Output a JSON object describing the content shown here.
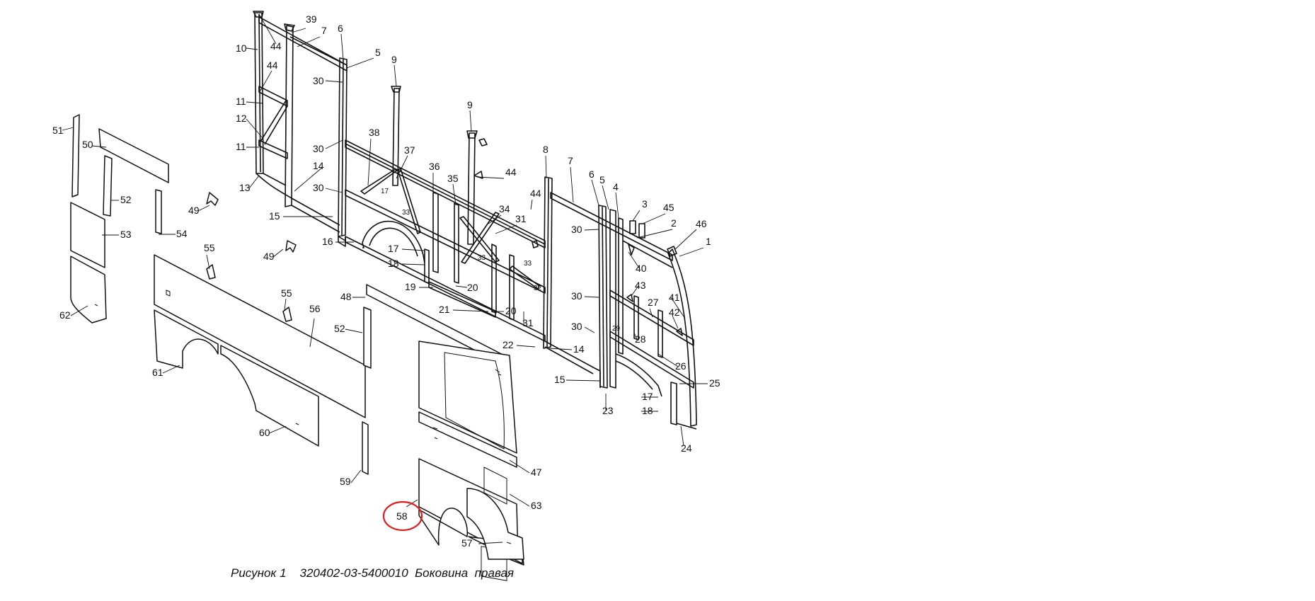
{
  "caption": "Рисунок 1    320402-03-5400010  Боковина  правая",
  "highlight_color": "#e21b1b",
  "highlighted_label": "58",
  "callouts": [
    {
      "id": "c10",
      "text": "10"
    },
    {
      "id": "c44a",
      "text": "44"
    },
    {
      "id": "c39",
      "text": "39"
    },
    {
      "id": "c7a",
      "text": "7"
    },
    {
      "id": "c6a",
      "text": "6"
    },
    {
      "id": "c5a",
      "text": "5"
    },
    {
      "id": "c9a",
      "text": "9"
    },
    {
      "id": "c44b",
      "text": "44"
    },
    {
      "id": "c30a",
      "text": "30"
    },
    {
      "id": "c11a",
      "text": "11"
    },
    {
      "id": "c12",
      "text": "12"
    },
    {
      "id": "c11b",
      "text": "11"
    },
    {
      "id": "c30b",
      "text": "30"
    },
    {
      "id": "c38",
      "text": "38"
    },
    {
      "id": "c37",
      "text": "37"
    },
    {
      "id": "c9b",
      "text": "9"
    },
    {
      "id": "c14a",
      "text": "14"
    },
    {
      "id": "c13",
      "text": "13"
    },
    {
      "id": "c30c",
      "text": "30"
    },
    {
      "id": "c36",
      "text": "36"
    },
    {
      "id": "c35",
      "text": "35"
    },
    {
      "id": "c44c",
      "text": "44"
    },
    {
      "id": "c8",
      "text": "8"
    },
    {
      "id": "c7b",
      "text": "7"
    },
    {
      "id": "c6b",
      "text": "6"
    },
    {
      "id": "c5b",
      "text": "5"
    },
    {
      "id": "c4",
      "text": "4"
    },
    {
      "id": "c3",
      "text": "3"
    },
    {
      "id": "c45",
      "text": "45"
    },
    {
      "id": "c2",
      "text": "2"
    },
    {
      "id": "c46",
      "text": "46"
    },
    {
      "id": "c1",
      "text": "1"
    },
    {
      "id": "c15a",
      "text": "15"
    },
    {
      "id": "c34",
      "text": "34"
    },
    {
      "id": "c31a",
      "text": "31"
    },
    {
      "id": "c44d",
      "text": "44"
    },
    {
      "id": "c30d",
      "text": "30"
    },
    {
      "id": "c16",
      "text": "16"
    },
    {
      "id": "c17a",
      "text": "17"
    },
    {
      "id": "c18a",
      "text": "18"
    },
    {
      "id": "c40",
      "text": "40"
    },
    {
      "id": "c43",
      "text": "43"
    },
    {
      "id": "c41",
      "text": "41"
    },
    {
      "id": "c19",
      "text": "19"
    },
    {
      "id": "c20a",
      "text": "20"
    },
    {
      "id": "c30e",
      "text": "30"
    },
    {
      "id": "c27",
      "text": "27"
    },
    {
      "id": "c42",
      "text": "42"
    },
    {
      "id": "c21",
      "text": "21"
    },
    {
      "id": "c20b",
      "text": "20"
    },
    {
      "id": "c31b",
      "text": "31"
    },
    {
      "id": "c30f",
      "text": "30"
    },
    {
      "id": "c28",
      "text": "28"
    },
    {
      "id": "c22",
      "text": "22"
    },
    {
      "id": "c14b",
      "text": "14"
    },
    {
      "id": "c26",
      "text": "26"
    },
    {
      "id": "c15b",
      "text": "15"
    },
    {
      "id": "c25",
      "text": "25"
    },
    {
      "id": "c17b",
      "text": "17"
    },
    {
      "id": "c23",
      "text": "23"
    },
    {
      "id": "c18b",
      "text": "18"
    },
    {
      "id": "c24",
      "text": "24"
    },
    {
      "id": "c51",
      "text": "51"
    },
    {
      "id": "c50",
      "text": "50"
    },
    {
      "id": "c52a",
      "text": "52"
    },
    {
      "id": "c53",
      "text": "53"
    },
    {
      "id": "c54",
      "text": "54"
    },
    {
      "id": "c49a",
      "text": "49"
    },
    {
      "id": "c55a",
      "text": "55"
    },
    {
      "id": "c49b",
      "text": "49"
    },
    {
      "id": "c62",
      "text": "62"
    },
    {
      "id": "c55b",
      "text": "55"
    },
    {
      "id": "c56",
      "text": "56"
    },
    {
      "id": "c48",
      "text": "48"
    },
    {
      "id": "c52b",
      "text": "52"
    },
    {
      "id": "c61",
      "text": "61"
    },
    {
      "id": "c60",
      "text": "60"
    },
    {
      "id": "c59",
      "text": "59"
    },
    {
      "id": "c47",
      "text": "47"
    },
    {
      "id": "c63",
      "text": "63"
    },
    {
      "id": "c58",
      "text": "58"
    },
    {
      "id": "c57",
      "text": "57"
    }
  ],
  "inline_marks": [
    {
      "id": "m17",
      "text": "17"
    },
    {
      "id": "m33a",
      "text": "33"
    },
    {
      "id": "m33b",
      "text": "33"
    },
    {
      "id": "m33c",
      "text": "33"
    },
    {
      "id": "m32",
      "text": "32"
    },
    {
      "id": "m29",
      "text": "29"
    }
  ]
}
